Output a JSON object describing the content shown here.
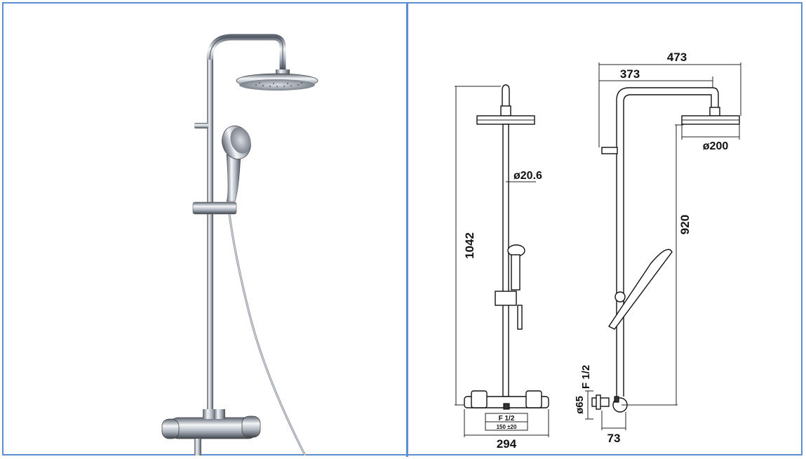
{
  "drawing": {
    "front": {
      "height_total": "1042",
      "pipe_diameter": "ø20.6",
      "base_width": "294",
      "inlet_label": "F 1/2",
      "inlet_spacing": "150 ±20"
    },
    "side": {
      "outer_reach": "473",
      "inner_reach": "373",
      "head_diameter": "ø200",
      "vertical_length": "920",
      "inlet_label": "F 1/2",
      "body_diameter": "ø65",
      "wall_offset": "73"
    }
  },
  "colors": {
    "frame": "#5b8fd0",
    "chrome_light": "#f4f6f8",
    "chrome_dark": "#5c6470",
    "line": "#111111"
  }
}
